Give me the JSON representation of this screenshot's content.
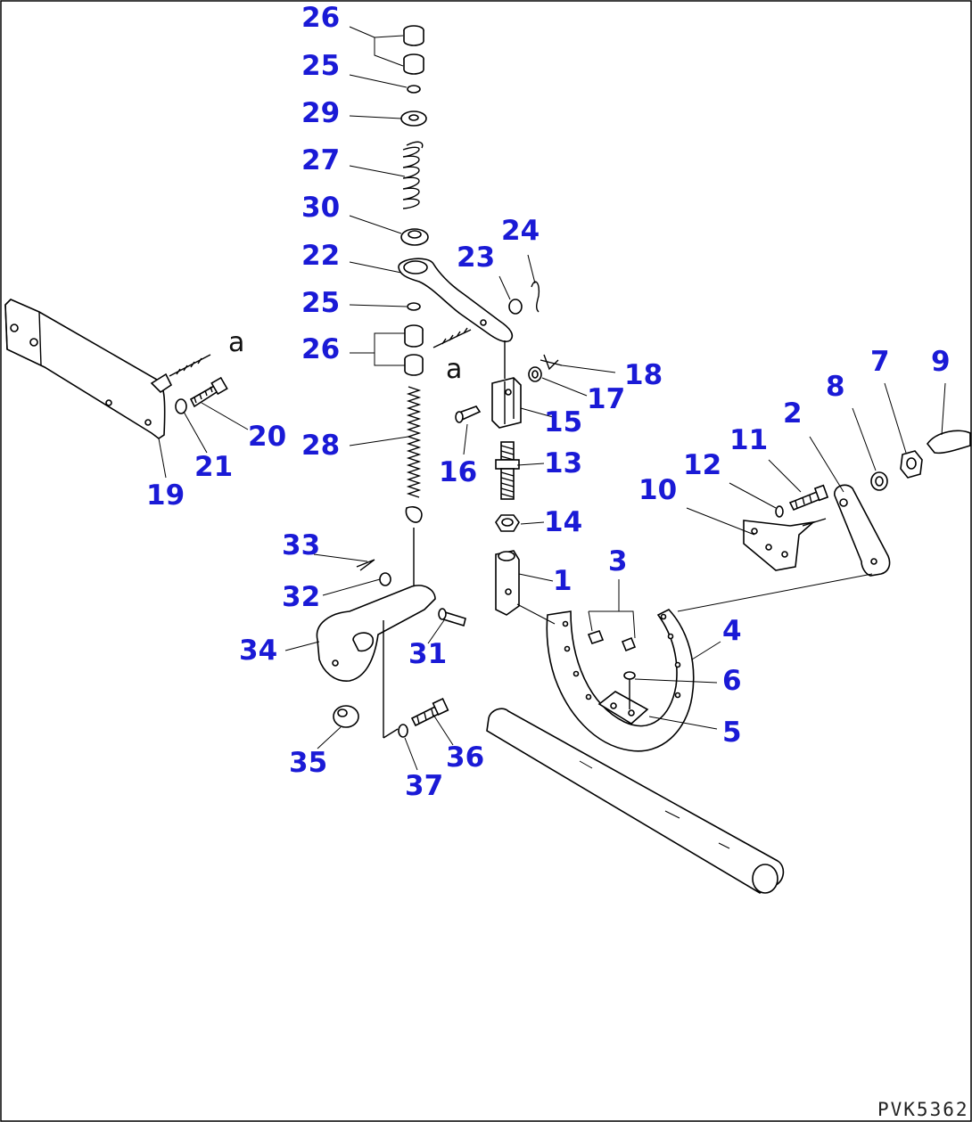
{
  "diagram": {
    "drawing_code": "PVK5362",
    "detail_letter": "a",
    "part_numbers": [
      "1",
      "2",
      "3",
      "4",
      "5",
      "6",
      "7",
      "8",
      "9",
      "10",
      "11",
      "12",
      "13",
      "14",
      "15",
      "16",
      "17",
      "18",
      "19",
      "20",
      "21",
      "22",
      "23",
      "24",
      "25",
      "26",
      "27",
      "28",
      "29",
      "30",
      "31",
      "32",
      "33",
      "34",
      "35",
      "36",
      "37"
    ]
  }
}
